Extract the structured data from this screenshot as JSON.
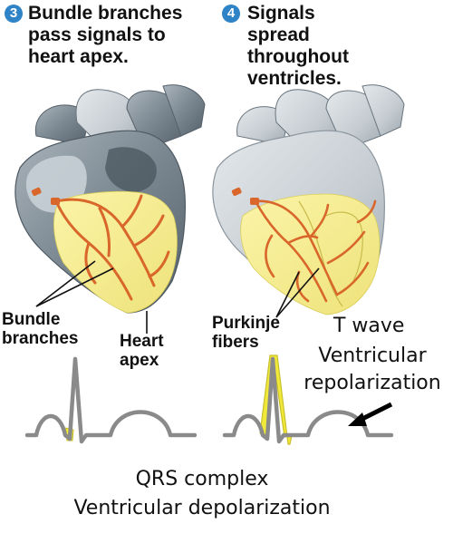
{
  "step3": {
    "number": "3",
    "text": "Bundle branches\npass signals to\nheart apex."
  },
  "step4": {
    "number": "4",
    "text": "Signals\nspread\nthroughout\nventricles."
  },
  "labels": {
    "bundle_branches": "Bundle\nbranches",
    "heart_apex": "Heart\napex",
    "purkinje_fibers": "Purkinje\nfibers",
    "t_wave": "T wave",
    "ventricular_repolarization": "Ventricular\nrepolarization",
    "qrs_complex": "QRS complex",
    "ventricular_depolarization": "Ventricular depolarization"
  },
  "colors": {
    "step_badge": "#2f83c7",
    "heart_tissue": "#7d8a94",
    "conduction_yellow": "#f5ec8f",
    "conduction_fibers": "#d9662a",
    "trace_gray": "#8a8a8a",
    "trace_highlight": "#f0e93a"
  }
}
